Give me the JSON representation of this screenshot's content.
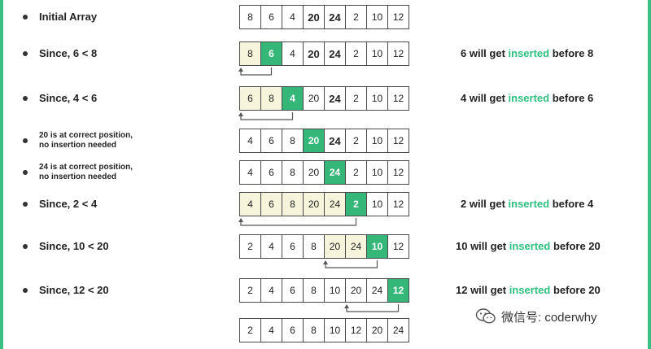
{
  "steps": [
    {
      "label": "Initial Array",
      "values": [
        "8",
        "6",
        "4",
        "20",
        "24",
        "2",
        "10",
        "12"
      ],
      "sorted": [],
      "key": -1,
      "bold": [
        3,
        4
      ],
      "note": null
    },
    {
      "label": "Since, 6 < 8",
      "values": [
        "8",
        "6",
        "4",
        "20",
        "24",
        "2",
        "10",
        "12"
      ],
      "sorted": [
        0
      ],
      "key": 1,
      "bold": [
        3,
        4
      ],
      "note": {
        "pre": "6 will get ",
        "hl": "inserted",
        "post": " before 8"
      }
    },
    {
      "label": "Since, 4 < 6",
      "values": [
        "6",
        "8",
        "4",
        "20",
        "24",
        "2",
        "10",
        "12"
      ],
      "sorted": [
        0,
        1
      ],
      "key": 2,
      "bold": [
        4
      ],
      "note": {
        "pre": "4 will get ",
        "hl": "inserted",
        "post": " before 6"
      }
    },
    {
      "label_lines": [
        "20 is at correct position,",
        "no insertion needed"
      ],
      "values": [
        "4",
        "6",
        "8",
        "20",
        "24",
        "2",
        "10",
        "12"
      ],
      "sorted": [],
      "key": 3,
      "bold": [
        4
      ],
      "note": null
    },
    {
      "label_lines": [
        "24 is at correct position,",
        "no insertion needed"
      ],
      "values": [
        "4",
        "6",
        "8",
        "20",
        "24",
        "2",
        "10",
        "12"
      ],
      "sorted": [],
      "key": 4,
      "bold": [],
      "note": null
    },
    {
      "label": "Since, 2 < 4",
      "values": [
        "4",
        "6",
        "8",
        "20",
        "24",
        "2",
        "10",
        "12"
      ],
      "sorted": [
        0,
        1,
        2,
        3,
        4
      ],
      "key": 5,
      "bold": [],
      "note": {
        "pre": "2 will get ",
        "hl": "inserted",
        "post": " before 4"
      }
    },
    {
      "label": "Since, 10 < 20",
      "values": [
        "2",
        "4",
        "6",
        "8",
        "20",
        "24",
        "10",
        "12"
      ],
      "sorted": [
        4,
        5
      ],
      "key": 6,
      "bold": [],
      "note": {
        "pre": "10 will get ",
        "hl": "inserted",
        "post": " before 20"
      }
    },
    {
      "label": "Since, 12 < 20",
      "values": [
        "2",
        "4",
        "6",
        "8",
        "10",
        "20",
        "24",
        "12"
      ],
      "sorted": [],
      "key": 7,
      "bold": [],
      "note": {
        "pre": "12 will get ",
        "hl": "inserted",
        "post": " before 20"
      }
    },
    {
      "values": [
        "2",
        "4",
        "6",
        "8",
        "10",
        "12",
        "20",
        "24"
      ],
      "sorted": [],
      "key": -1,
      "bold": [],
      "note": null
    }
  ],
  "arrows": [
    {
      "step": 1,
      "from": 1,
      "to": 0
    },
    {
      "step": 2,
      "from": 2,
      "to": 0
    },
    {
      "step": 5,
      "from": 5,
      "to": 0
    },
    {
      "step": 6,
      "from": 6,
      "to": 4
    },
    {
      "step": 7,
      "from": 7,
      "to": 5
    }
  ],
  "colors": {
    "accent": "#35b77a",
    "sorted": "#f6f5dc",
    "border": "#3bbf84"
  },
  "watermark": {
    "icon": "wechat-icon",
    "text": "微信号: coderwhy"
  }
}
